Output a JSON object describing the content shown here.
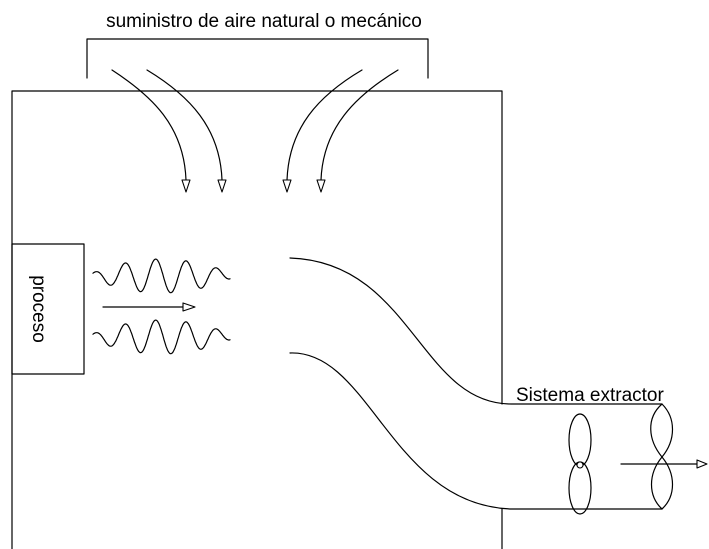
{
  "labels": {
    "supply": "suministro de aire natural o mecánico",
    "process": "proceso",
    "extractor": "Sistema extractor"
  },
  "colors": {
    "line": "#000000",
    "background": "#ffffff"
  }
}
